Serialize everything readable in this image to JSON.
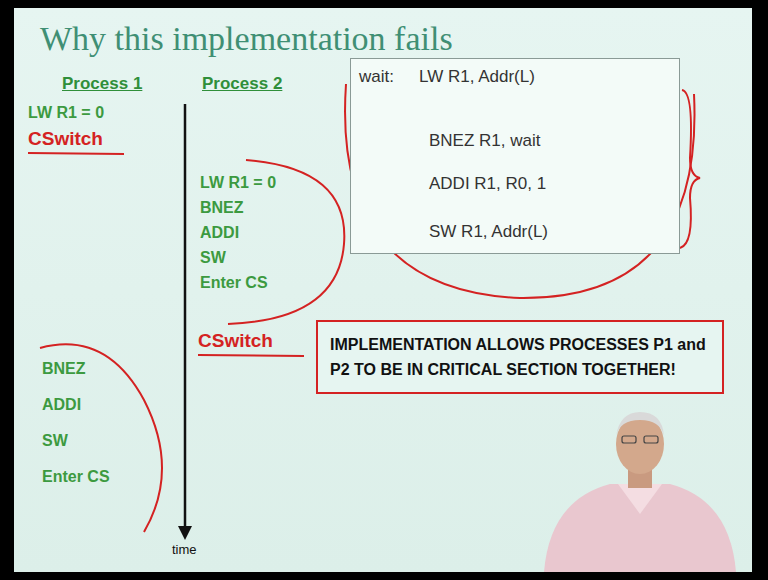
{
  "diagram": {
    "title": "Why this implementation fails",
    "nodes": [
      {
        "text": [
          "wait:",
          "LW R1, Addr(L)",
          "BNEZ R1, wait",
          "ADDI R1, R0, 1",
          "SW R1, Addr(L)"
        ]
      },
      {
        "text": [
          "IMPLEMENTATION ALLOWS PROCESSES P1 and P2 TO BE IN CRITICAL SECTION TOGETHER!"
        ]
      }
    ],
    "labels": [
      "Process 1",
      "Process 2",
      "LW R1 = 0",
      "CSwitch",
      "LW R1 = 0",
      "BNEZ",
      "ADDI",
      "SW",
      "Enter CS",
      "CSwitch",
      "BNEZ",
      "ADDI",
      "SW",
      "Enter CS",
      "time"
    ]
  }
}
